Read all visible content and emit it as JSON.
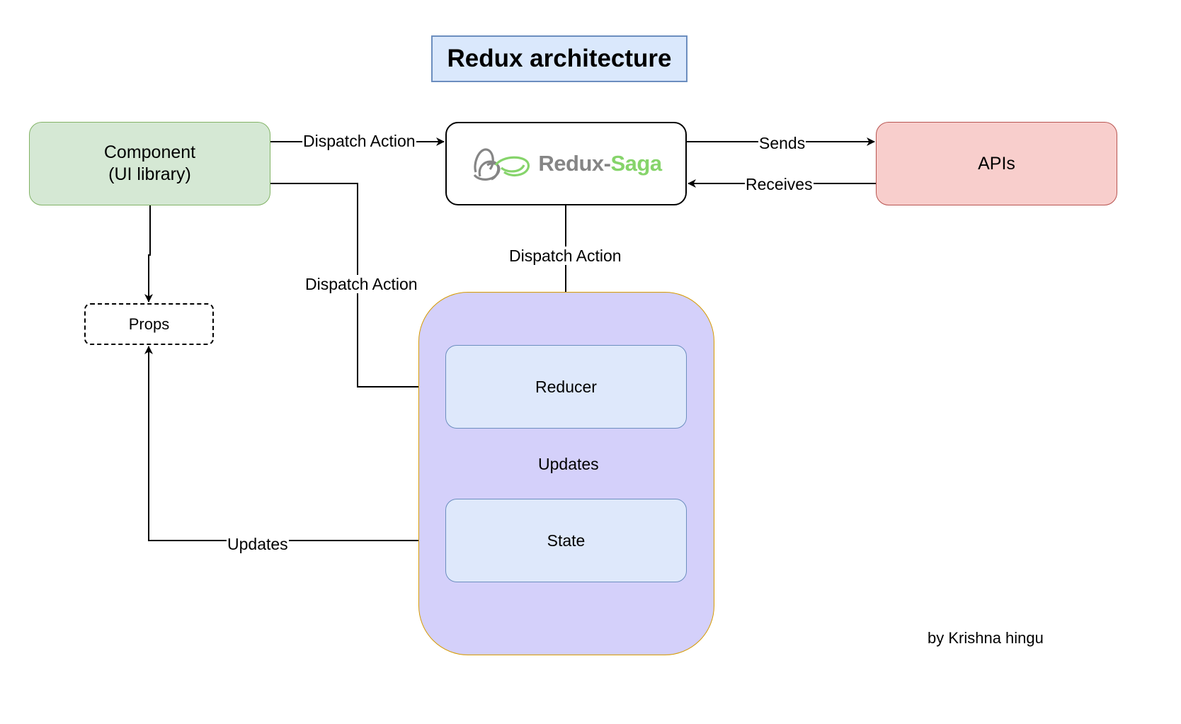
{
  "title": "Redux architecture",
  "nodes": {
    "component": {
      "line1": "Component",
      "line2": "(UI library)"
    },
    "saga": {
      "logo_text_1": "Redux",
      "logo_dash": "-",
      "logo_text_2": "Saga",
      "logo_icon": "redux-saga-logo-icon"
    },
    "apis": {
      "label": "APIs"
    },
    "reducer": {
      "label": "Reducer"
    },
    "state": {
      "label": "State"
    },
    "props": {
      "label": "Props"
    }
  },
  "edges": {
    "component_to_saga": "Dispatch Action",
    "saga_to_apis": "Sends",
    "apis_to_saga": "Receives",
    "saga_to_store": "Dispatch Action",
    "component_to_reducer": "Dispatch Action",
    "reducer_to_state": "Updates",
    "state_to_props": "Updates"
  },
  "credit": "by Krishna hingu",
  "colors": {
    "title_fill": "#dae8fc",
    "title_stroke": "#6c8ebf",
    "component_fill": "#d5e8d4",
    "component_stroke": "#82b366",
    "apis_fill": "#f8cecc",
    "apis_stroke": "#b85450",
    "store_fill": "#d4d0fa",
    "store_stroke": "#d79b00",
    "inner_fill": "#dee8fb",
    "saga_green": "#86d46b",
    "saga_gray": "#858585"
  }
}
